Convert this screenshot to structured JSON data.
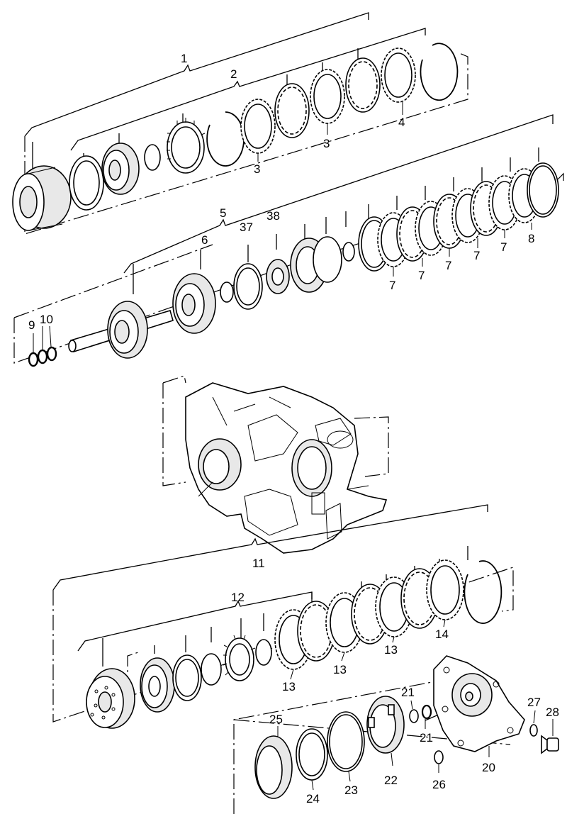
{
  "callouts": {
    "c1": "1",
    "c2": "2",
    "c3a": "3",
    "c3b": "3",
    "c4": "4",
    "c5": "5",
    "c37": "37",
    "c38": "38",
    "c6": "6",
    "c7a": "7",
    "c7b": "7",
    "c7c": "7",
    "c7d": "7",
    "c7e": "7",
    "c8": "8",
    "c9": "9",
    "c10": "10",
    "c11": "11",
    "c12": "12",
    "c13a": "13",
    "c13b": "13",
    "c13c": "13",
    "c14": "14",
    "c21a": "21",
    "c21b": "21",
    "c20": "20",
    "c26": "26",
    "c27": "27",
    "c28": "28",
    "c25": "25",
    "c24": "24",
    "c23": "23",
    "c22": "22"
  }
}
